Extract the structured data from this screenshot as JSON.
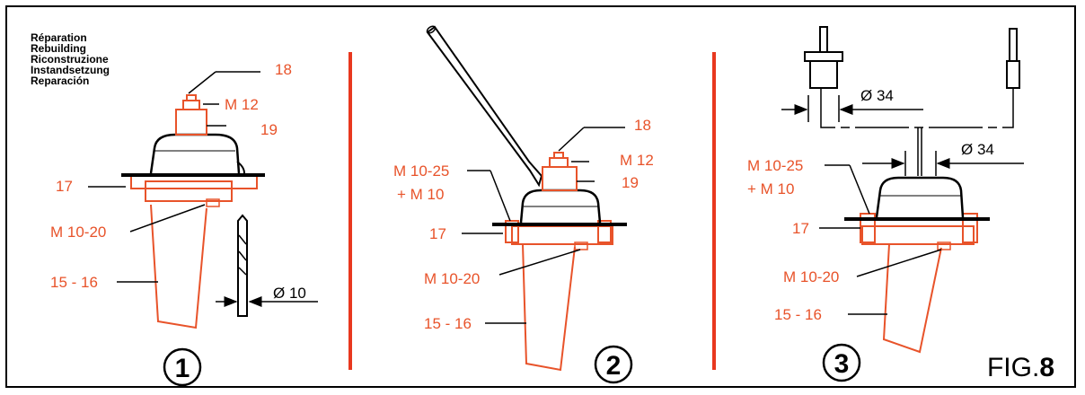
{
  "titles": [
    "Réparation",
    "Rebuilding",
    "Riconstruzione",
    "Instandsetzung",
    "Reparación"
  ],
  "figure": {
    "prefix": "FIG.",
    "number": "8"
  },
  "colors": {
    "accent": "#e8532a",
    "ink": "#000000",
    "divider": "#e8381f"
  },
  "panels": [
    {
      "number": "1",
      "labels": {
        "nut": "18",
        "bolt": "M 12",
        "stem": "19",
        "flange": "17",
        "screw": "M 10-20",
        "tube": "15 - 16",
        "drill": "Ø 10"
      }
    },
    {
      "number": "2",
      "labels": {
        "nut": "18",
        "bolt": "M 12",
        "stem": "19",
        "bolts_a": "M 10-25",
        "bolts_b": "+ M 10",
        "flange": "17",
        "screw": "M 10-20",
        "tube": "15 - 16"
      }
    },
    {
      "number": "3",
      "labels": {
        "dia_top": "Ø 34",
        "dia_mid": "Ø 34",
        "bolts_a": "M 10-25",
        "bolts_b": "+ M 10",
        "flange": "17",
        "screw": "M 10-20",
        "tube": "15 - 16"
      }
    }
  ]
}
